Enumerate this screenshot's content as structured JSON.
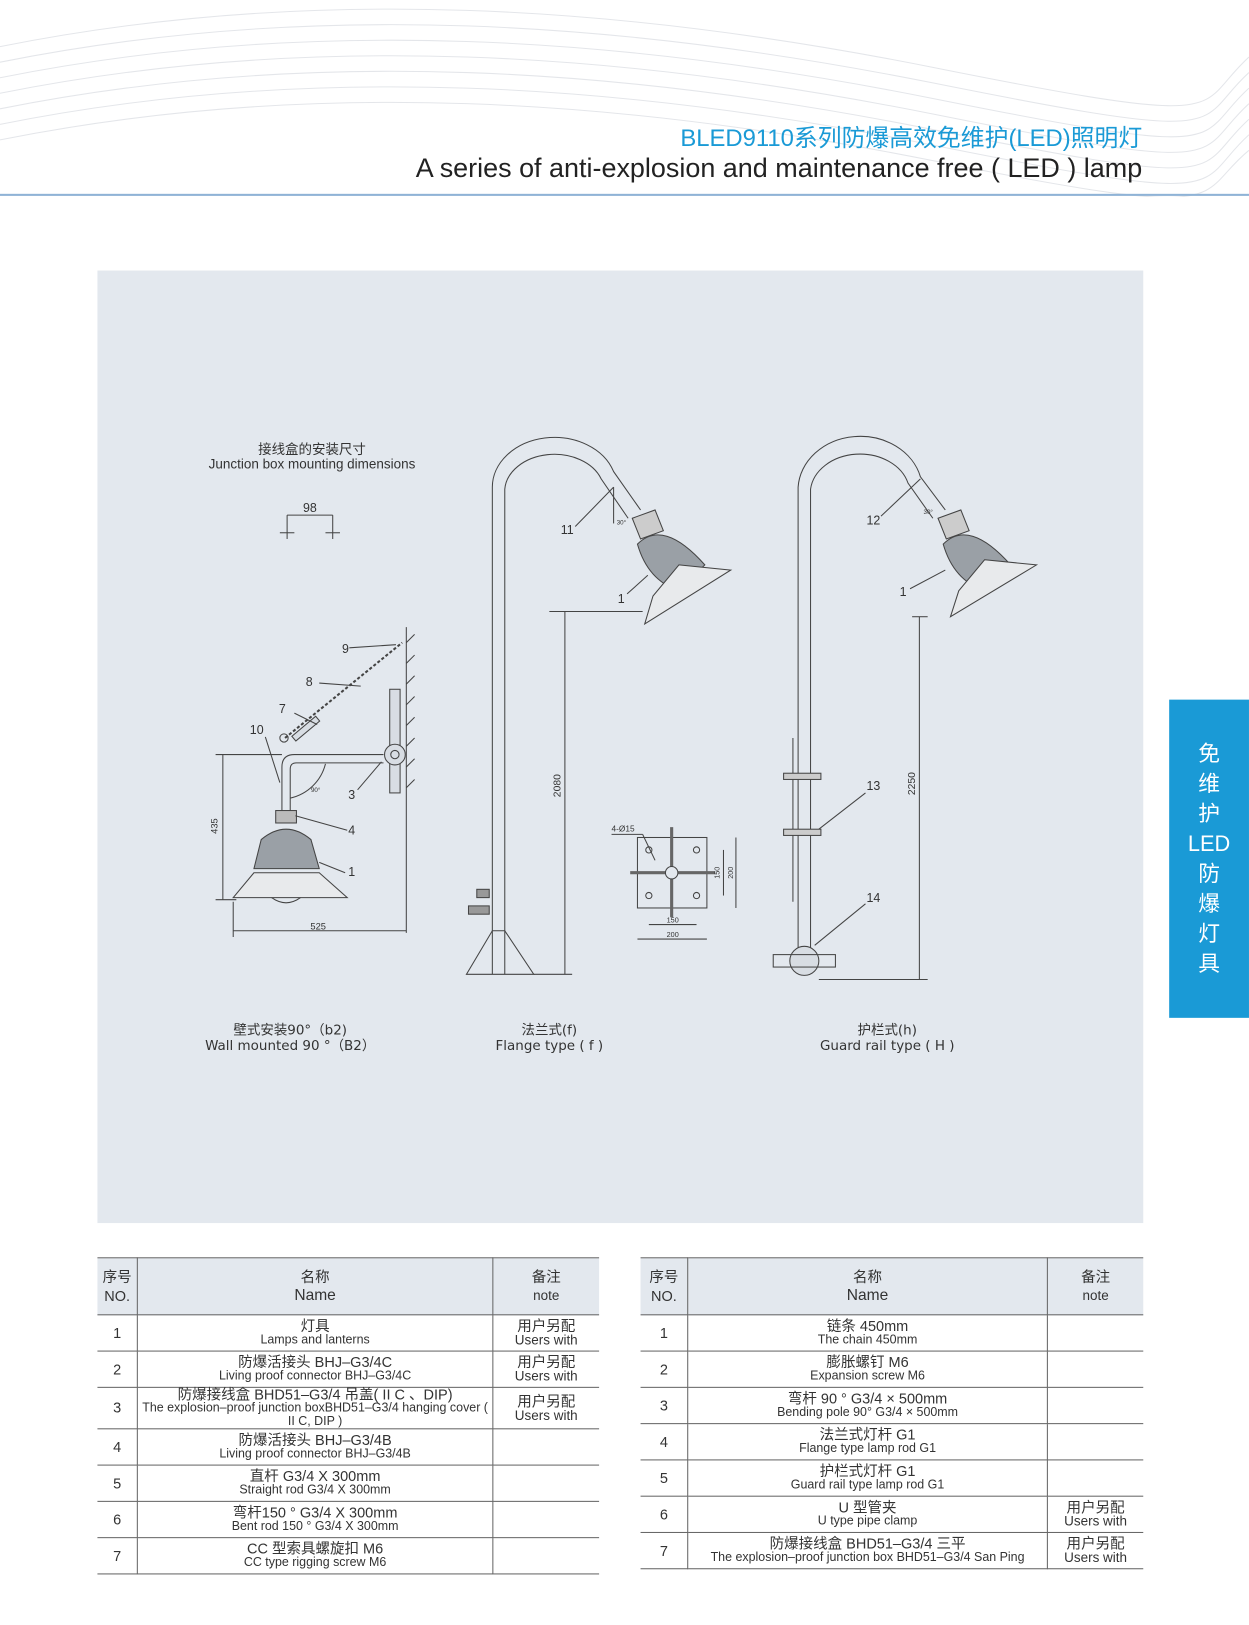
{
  "header": {
    "title_cn": "BLED9110系列防爆高效免维护(LED)照明灯",
    "title_en": "A series of anti-explosion and maintenance free ( LED ) lamp"
  },
  "side_tab": [
    "免",
    "维",
    "护",
    "LED",
    "防",
    "爆",
    "灯",
    "具"
  ],
  "diagram": {
    "junction_title_cn": "接线盒的安装尺寸",
    "junction_title_en": "Junction box mounting dimensions",
    "junction_dim": "98",
    "wall": {
      "caption_cn": "壁式安装90°（b2)",
      "caption_en": "Wall mounted 90 °（B2）",
      "dim_h": "435",
      "dim_w": "525",
      "angle": "90°",
      "labels": [
        "9",
        "8",
        "7",
        "10",
        "3",
        "4",
        "1"
      ]
    },
    "flange": {
      "caption_cn": "法兰式(f)",
      "caption_en": "Flange type ( f )",
      "dim_h": "2080",
      "angle": "30°",
      "labels": [
        "11",
        "1"
      ],
      "plate_holes": "4-Ø15",
      "plate_inner": "150",
      "plate_outer": "200"
    },
    "guard": {
      "caption_cn": "护栏式(h)",
      "caption_en": "Guard rail type ( H )",
      "dim_h": "2250",
      "angle": "30°",
      "labels": [
        "12",
        "1",
        "13",
        "14"
      ]
    }
  },
  "table_left": {
    "headers": {
      "no_cn": "序号",
      "no_en": "NO.",
      "name_cn": "名称",
      "name_en": "Name",
      "note_cn": "备注",
      "note_en": "note"
    },
    "rows": [
      {
        "no": "1",
        "cn": "灯具",
        "en": "Lamps and lanterns",
        "note_cn": "用户另配",
        "note_en": "Users with"
      },
      {
        "no": "2",
        "cn": "防爆活接头 BHJ–G3/4C",
        "en": "Living proof connector BHJ–G3/4C",
        "note_cn": "用户另配",
        "note_en": "Users with"
      },
      {
        "no": "3",
        "cn": "防爆接线盒 BHD51–G3/4 吊盖( II C 、DIP)",
        "en": "The explosion–proof junction boxBHD51–G3/4 hanging cover ( II C, DIP )",
        "note_cn": "用户另配",
        "note_en": "Users with"
      },
      {
        "no": "4",
        "cn": "防爆活接头 BHJ–G3/4B",
        "en": "Living proof connector BHJ–G3/4B",
        "note_cn": "",
        "note_en": ""
      },
      {
        "no": "5",
        "cn": "直杆 G3/4 X 300mm",
        "en": "Straight rod G3/4 X 300mm",
        "note_cn": "",
        "note_en": ""
      },
      {
        "no": "6",
        "cn": "弯杆150 °   G3/4 X 300mm",
        "en": "Bent rod 150 °   G3/4 X 300mm",
        "note_cn": "",
        "note_en": ""
      },
      {
        "no": "7",
        "cn": "CC 型索具螺旋扣 M6",
        "en": "CC type rigging screw M6",
        "note_cn": "",
        "note_en": ""
      }
    ]
  },
  "table_right": {
    "headers": {
      "no_cn": "序号",
      "no_en": "NO.",
      "name_cn": "名称",
      "name_en": "Name",
      "note_cn": "备注",
      "note_en": "note"
    },
    "rows": [
      {
        "no": "1",
        "cn": "链条 450mm",
        "en": "The chain 450mm",
        "note_cn": "",
        "note_en": ""
      },
      {
        "no": "2",
        "cn": "膨胀螺钉 M6",
        "en": "Expansion screw M6",
        "note_cn": "",
        "note_en": ""
      },
      {
        "no": "3",
        "cn": "弯杆 90 °   G3/4 × 500mm",
        "en": "Bending pole 90°   G3/4 × 500mm",
        "note_cn": "",
        "note_en": ""
      },
      {
        "no": "4",
        "cn": "法兰式灯杆 G1",
        "en": "Flange type lamp rod G1",
        "note_cn": "",
        "note_en": ""
      },
      {
        "no": "5",
        "cn": "护栏式灯杆 G1",
        "en": "Guard rail type lamp rod G1",
        "note_cn": "",
        "note_en": ""
      },
      {
        "no": "6",
        "cn": "U 型管夹",
        "en": "U type pipe clamp",
        "note_cn": "用户另配",
        "note_en": "Users with"
      },
      {
        "no": "7",
        "cn": "防爆接线盒 BHD51–G3/4 三平",
        "en": "The explosion–proof junction box BHD51–G3/4 San Ping",
        "note_cn": "用户另配",
        "note_en": "Users with"
      }
    ]
  }
}
